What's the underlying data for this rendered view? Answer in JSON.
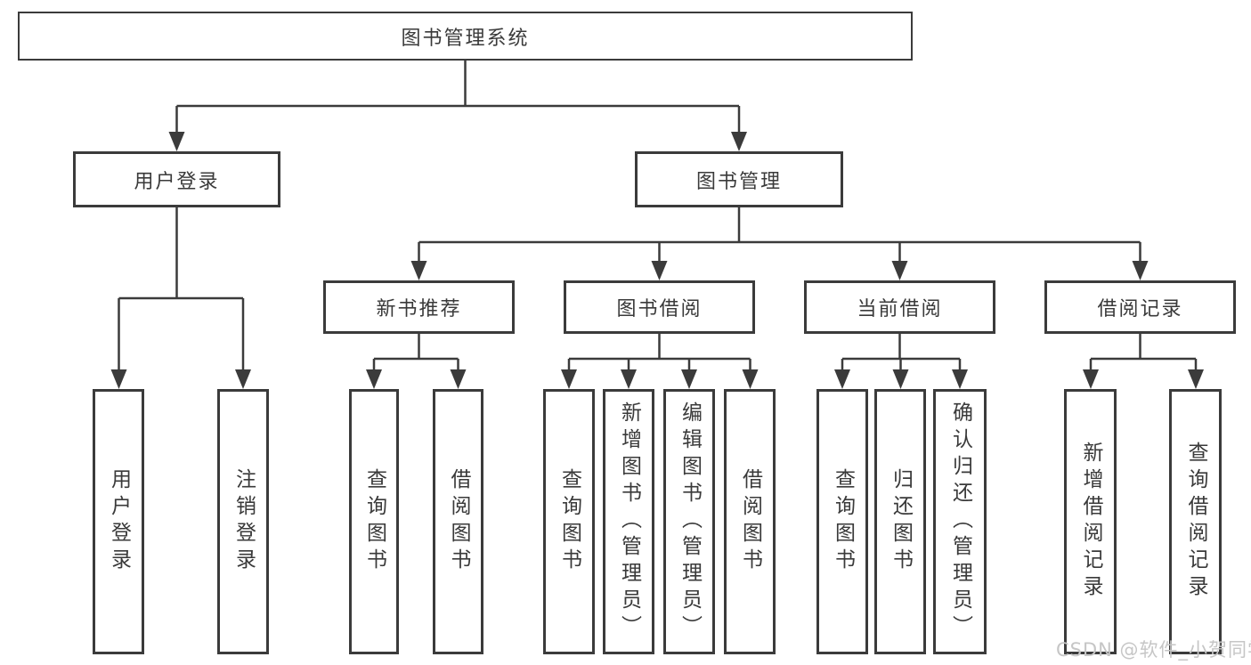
{
  "diagram": {
    "title": "图书管理系统",
    "branches": [
      {
        "label": "用户登录",
        "children": [
          "用户登录",
          "注销登录"
        ]
      },
      {
        "label": "图书管理",
        "children": [
          {
            "label": "新书推荐",
            "children": [
              "查询图书",
              "借阅图书"
            ]
          },
          {
            "label": "图书借阅",
            "children": [
              "查询图书",
              "新增图书（管理员）",
              "编辑图书（管理员）",
              "借阅图书"
            ]
          },
          {
            "label": "当前借阅",
            "children": [
              "查询图书",
              "归还图书",
              "确认归还（管理员）"
            ]
          },
          {
            "label": "借阅记录",
            "children": [
              "新增借阅记录",
              "查询借阅记录"
            ]
          }
        ]
      }
    ]
  },
  "watermark": {
    "text": "CSDN @软件_小贺同学"
  },
  "colors": {
    "line": "#3b3b3b",
    "text": "#3a3a3a",
    "watermark": "#c6c6c6",
    "background": "#ffffff"
  }
}
